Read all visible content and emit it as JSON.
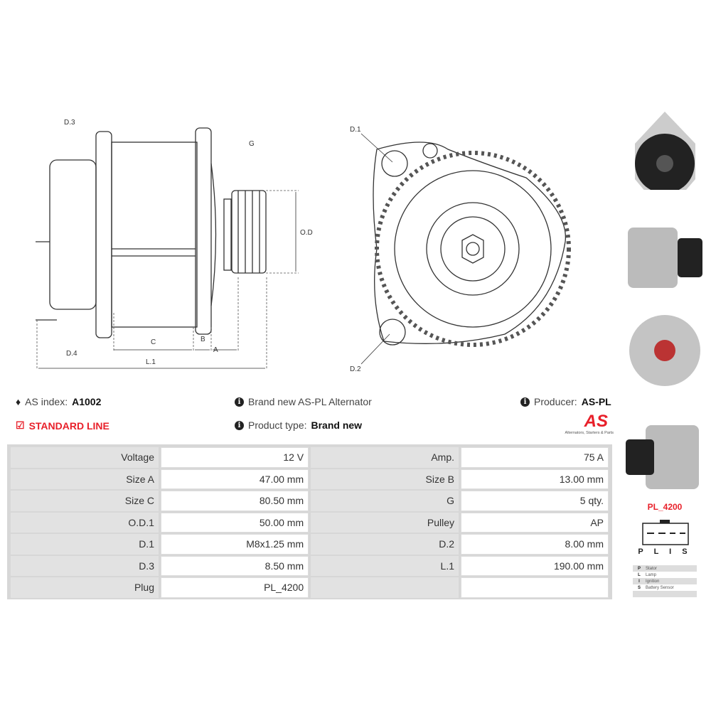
{
  "diagram": {
    "labels": {
      "d3": "D.3",
      "d4": "D.4",
      "g": "G",
      "od1": "O.D.1",
      "c": "C",
      "b": "B",
      "a": "A",
      "l1": "L.1",
      "d1": "D.1",
      "d2": "D.2"
    }
  },
  "info": {
    "as_index_label": "AS index:",
    "as_index_value": "A1002",
    "standard_line": "STANDARD LINE",
    "brand_new_text": "Brand new AS-PL Alternator",
    "product_type_label": "Product type:",
    "product_type_value": "Brand new",
    "producer_label": "Producer:",
    "producer_value": "AS-PL",
    "logo_text": "AS",
    "logo_tagline": "Alternators, Starters & Parts"
  },
  "specs": [
    [
      "Voltage",
      "12 V",
      "Amp.",
      "75 A"
    ],
    [
      "Size A",
      "47.00 mm",
      "Size B",
      "13.00 mm"
    ],
    [
      "Size C",
      "80.50 mm",
      "G",
      "5 qty."
    ],
    [
      "O.D.1",
      "50.00 mm",
      "Pulley",
      "AP"
    ],
    [
      "D.1",
      "M8x1.25 mm",
      "D.2",
      "8.00 mm"
    ],
    [
      "D.3",
      "8.50 mm",
      "L.1",
      "190.00 mm"
    ],
    [
      "Plug",
      "PL_4200",
      "",
      ""
    ]
  ],
  "plug": {
    "title": "PL_4200",
    "pins": "P L I S",
    "legend": [
      [
        "P",
        "Stator"
      ],
      [
        "L",
        "Lamp"
      ],
      [
        "I",
        "Ignition"
      ],
      [
        "S",
        "Battery Sensor"
      ],
      [
        "",
        ""
      ]
    ]
  },
  "colors": {
    "accent": "#e8202a"
  }
}
